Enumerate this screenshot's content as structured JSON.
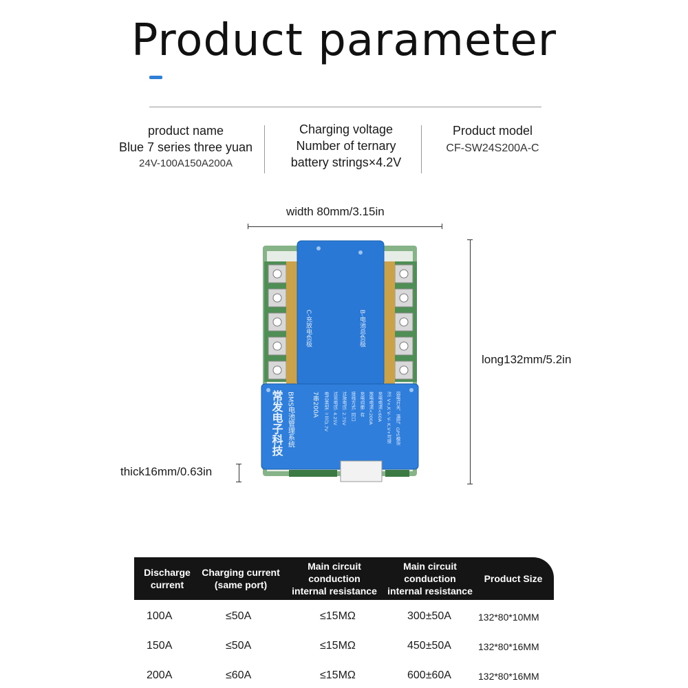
{
  "header": {
    "title": "Product parameter",
    "accent_color": "#2f7fd6"
  },
  "params": {
    "product_name": {
      "line1": "product name",
      "line2": "Blue 7 series three yuan",
      "line3": "24V-100A150A200A"
    },
    "charging_voltage": {
      "line1": "Charging voltage",
      "line2": "Number of ternary",
      "line3": "battery strings×4.2V"
    },
    "product_model": {
      "line1": "Product model",
      "line2": "CF-SW24S200A-C"
    }
  },
  "dimensions": {
    "width": "width 80mm/3.15in",
    "length": "long132mm/5.2in",
    "thickness": "thick16mm/0.63in"
  },
  "board": {
    "model_label": "7串200A",
    "brand": "常发电子科技",
    "subtitle": "BMS电池管理系统",
    "c_label": "C-充放电负极",
    "b_label": "B-电池总负极",
    "specs": [
      "电芯类型: 三元3.7V",
      "过充电压: 4.25V",
      "过放电压: 2.75V",
      "接线方式: 同口",
      "充电均衡: 有",
      "放电电流<200A",
      "充电电流<60A",
      "注: V+,K V- V- K,V+可接",
      "弱电开关、温控、GPS模块"
    ],
    "colors": {
      "pcb": "#1e6fd0",
      "pcb_light": "#3a8ae0",
      "copper": "#c9a24a",
      "board_edge": "#7fae80"
    }
  },
  "table": {
    "headers": [
      {
        "lines": [
          "Discharge",
          "current"
        ]
      },
      {
        "lines": [
          "Charging current",
          "(same port)"
        ]
      },
      {
        "lines": [
          "Main circuit",
          "conduction",
          "internal resistance"
        ]
      },
      {
        "lines": [
          "Main circuit",
          "conduction",
          "internal resistance"
        ]
      },
      {
        "lines": [
          "Product Size"
        ]
      }
    ],
    "rows": [
      [
        "100A",
        "≤50A",
        "≤15MΩ",
        "300±50A",
        "132*80*10MM"
      ],
      [
        "150A",
        "≤50A",
        "≤15MΩ",
        "450±50A",
        "132*80*16MM"
      ],
      [
        "200A",
        "≤60A",
        "≤15MΩ",
        "600±60A",
        "132*80*16MM"
      ]
    ]
  }
}
